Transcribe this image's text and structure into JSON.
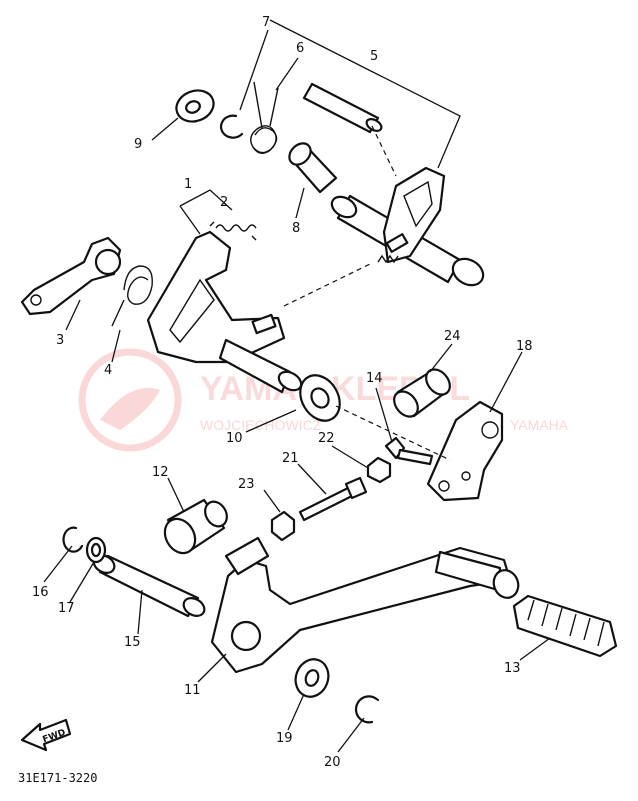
{
  "diagram": {
    "code": "31E171-3220",
    "fwd": "FWD",
    "watermark": {
      "main": "YAMA-SKLEP.PL",
      "sub": "WOJCIECHOWICZ",
      "sub2": "YAMAHA",
      "color": "#e63a3a"
    },
    "callouts": {
      "n1": "1",
      "n2": "2",
      "n3": "3",
      "n4": "4",
      "n5": "5",
      "n6": "6",
      "n7": "7",
      "n8": "8",
      "n9": "9",
      "n10": "10",
      "n11": "11",
      "n12": "12",
      "n13": "13",
      "n14": "14",
      "n15": "15",
      "n16": "16",
      "n17": "17",
      "n18": "18",
      "n19": "19",
      "n20": "20",
      "n21": "21",
      "n22": "22",
      "n23": "23",
      "n24": "24"
    }
  }
}
